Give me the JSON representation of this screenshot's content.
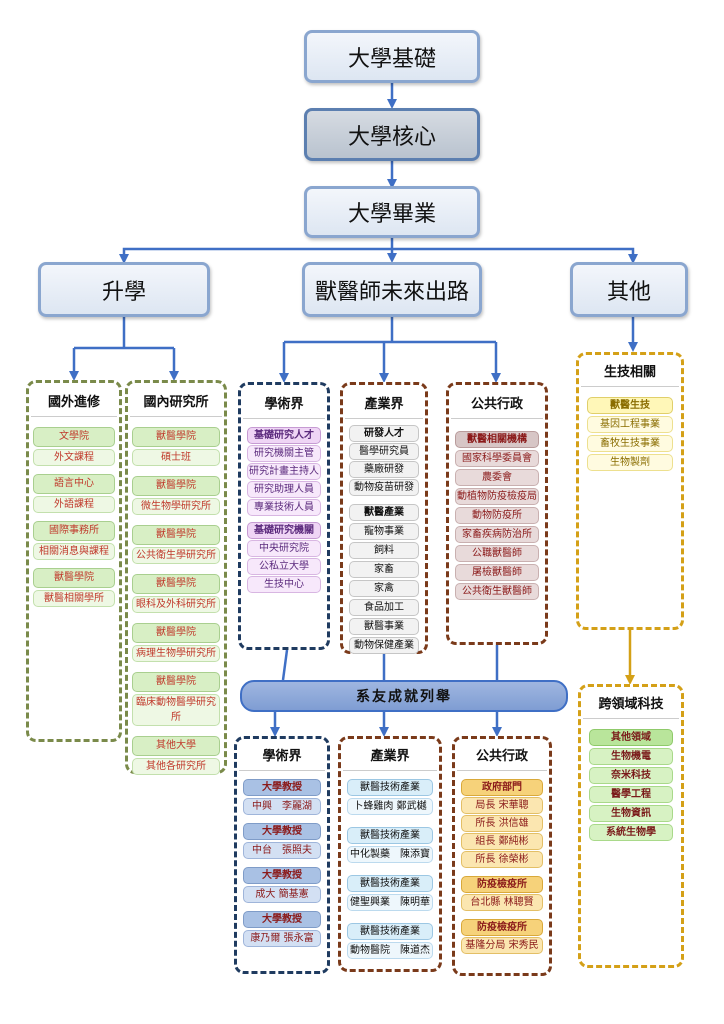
{
  "top": {
    "foundation": "大學基礎",
    "core": "大學核心",
    "graduation": "大學畢業"
  },
  "branches": {
    "further": "升學",
    "vet_future": "獸醫師未來出路",
    "other": "其他"
  },
  "abroad": {
    "title": "國外進修",
    "groups": [
      {
        "head": "文學院",
        "sub": "外文課程"
      },
      {
        "head": "語言中心",
        "sub": "外語課程"
      },
      {
        "head": "國際事務所",
        "sub": "相關消息與課程"
      },
      {
        "head": "獸醫學院",
        "sub": "獸醫相關學所"
      }
    ]
  },
  "domestic": {
    "title": "國內研究所",
    "groups": [
      {
        "head": "獸醫學院",
        "sub": "碩士班"
      },
      {
        "head": "獸醫學院",
        "sub": "微生物學研究所"
      },
      {
        "head": "獸醫學院",
        "sub": "公共衛生學研究所"
      },
      {
        "head": "獸醫學院",
        "sub": "眼科及外科研究所"
      },
      {
        "head": "獸醫學院",
        "sub": "病理生物學研究所"
      },
      {
        "head": "獸醫學院",
        "sub": "臨床動物醫學研究所"
      },
      {
        "head": "其他大學",
        "sub": "其他各研究所"
      }
    ]
  },
  "academia": {
    "title": "學術界",
    "g1": {
      "head": "基礎研究人才",
      "items": [
        "研究機關主管",
        "研究計畫主持人",
        "研究助理人員",
        "專業技術人員"
      ]
    },
    "g2": {
      "head": "基礎研究機關",
      "items": [
        "中央研究院",
        "公私立大學",
        "生技中心"
      ]
    }
  },
  "industry": {
    "title": "產業界",
    "g1": {
      "head": "研發人才",
      "items": [
        "醫學研究員",
        "藥廠研發",
        "動物疫苗研發"
      ]
    },
    "g2": {
      "head": "獸醫產業",
      "items": [
        "寵物事業",
        "飼料",
        "家畜",
        "家禽",
        "食品加工",
        "獸醫事業",
        "動物保健產業"
      ]
    }
  },
  "public": {
    "title": "公共行政",
    "g1": {
      "head": "獸醫相關機構",
      "items": [
        "國家科學委員會",
        "農委會",
        "動植物防疫檢疫局",
        "動物防疫所",
        "家畜疾病防治所",
        "公職獸醫師",
        "屠檢獸醫師",
        "公共衛生獸醫師"
      ]
    }
  },
  "biotech": {
    "title": "生技相關",
    "head": "獸醫生技",
    "items": [
      "基因工程事業",
      "畜牧生技事業",
      "生物製劑"
    ]
  },
  "cross": {
    "title": "跨領域科技",
    "head": "其他領域",
    "items": [
      "生物機電",
      "奈米科技",
      "醫學工程",
      "生物資訊",
      "系統生物學"
    ]
  },
  "alumni": {
    "label": "系友成就列舉"
  },
  "alumni_academia": {
    "title": "學術界",
    "groups": [
      {
        "head": "大學教授",
        "sub": "中興　李麗湖"
      },
      {
        "head": "大學教授",
        "sub": "中台　張照夫"
      },
      {
        "head": "大學教授",
        "sub": "成大 簡基憲"
      },
      {
        "head": "大學教授",
        "sub": "康乃爾 張永富"
      }
    ]
  },
  "alumni_industry": {
    "title": "產業界",
    "groups": [
      {
        "head": "獸醫技術產業",
        "sub": "卜蜂雞肉 鄭武樾"
      },
      {
        "head": "獸醫技術產業",
        "sub": "中化製藥　陳添寶"
      },
      {
        "head": "獸醫技術產業",
        "sub": "健聖興業　陳明華"
      },
      {
        "head": "獸醫技術產業",
        "sub": "動物醫院　陳道杰"
      }
    ]
  },
  "alumni_public": {
    "title": "公共行政",
    "g1": {
      "head": "政府部門",
      "items": [
        "局長 宋華聰",
        "所長 洪信雄",
        "組長 鄭純彬",
        "所長 徐榮彬"
      ]
    },
    "g2": {
      "head": "防疫檢疫所",
      "sub": "台北縣 林聰賢"
    },
    "g3": {
      "head": "防疫檢疫所",
      "sub": "基隆分局 宋秀民"
    }
  }
}
